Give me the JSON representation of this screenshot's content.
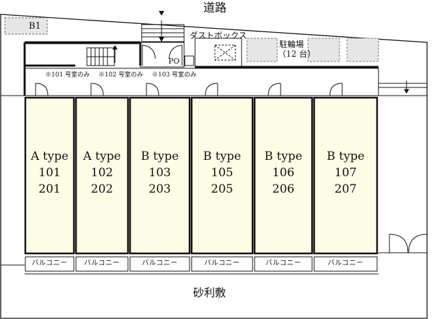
{
  "road_label": "道路",
  "gravel_label": "砂利敷",
  "b1_label": "B1",
  "dust_box_label": "ダストボックス",
  "bicycle_parking": {
    "label": "駐輪場",
    "capacity": "（12 台）"
  },
  "po_label": "PO",
  "notes": [
    "※101 号室のみ",
    "※102 号室のみ",
    "※103 号室のみ"
  ],
  "units": [
    {
      "type": "A type",
      "lower": "101",
      "upper": "201"
    },
    {
      "type": "A type",
      "lower": "102",
      "upper": "202"
    },
    {
      "type": "B type",
      "lower": "103",
      "upper": "203"
    },
    {
      "type": "B type",
      "lower": "105",
      "upper": "205"
    },
    {
      "type": "B type",
      "lower": "106",
      "upper": "206"
    },
    {
      "type": "B type",
      "lower": "107",
      "upper": "207"
    }
  ],
  "balcony_label": "バルコニー",
  "colors": {
    "unit_fill": "#fdfde6",
    "gray_box": "#e6e6e6",
    "line": "#111111"
  }
}
